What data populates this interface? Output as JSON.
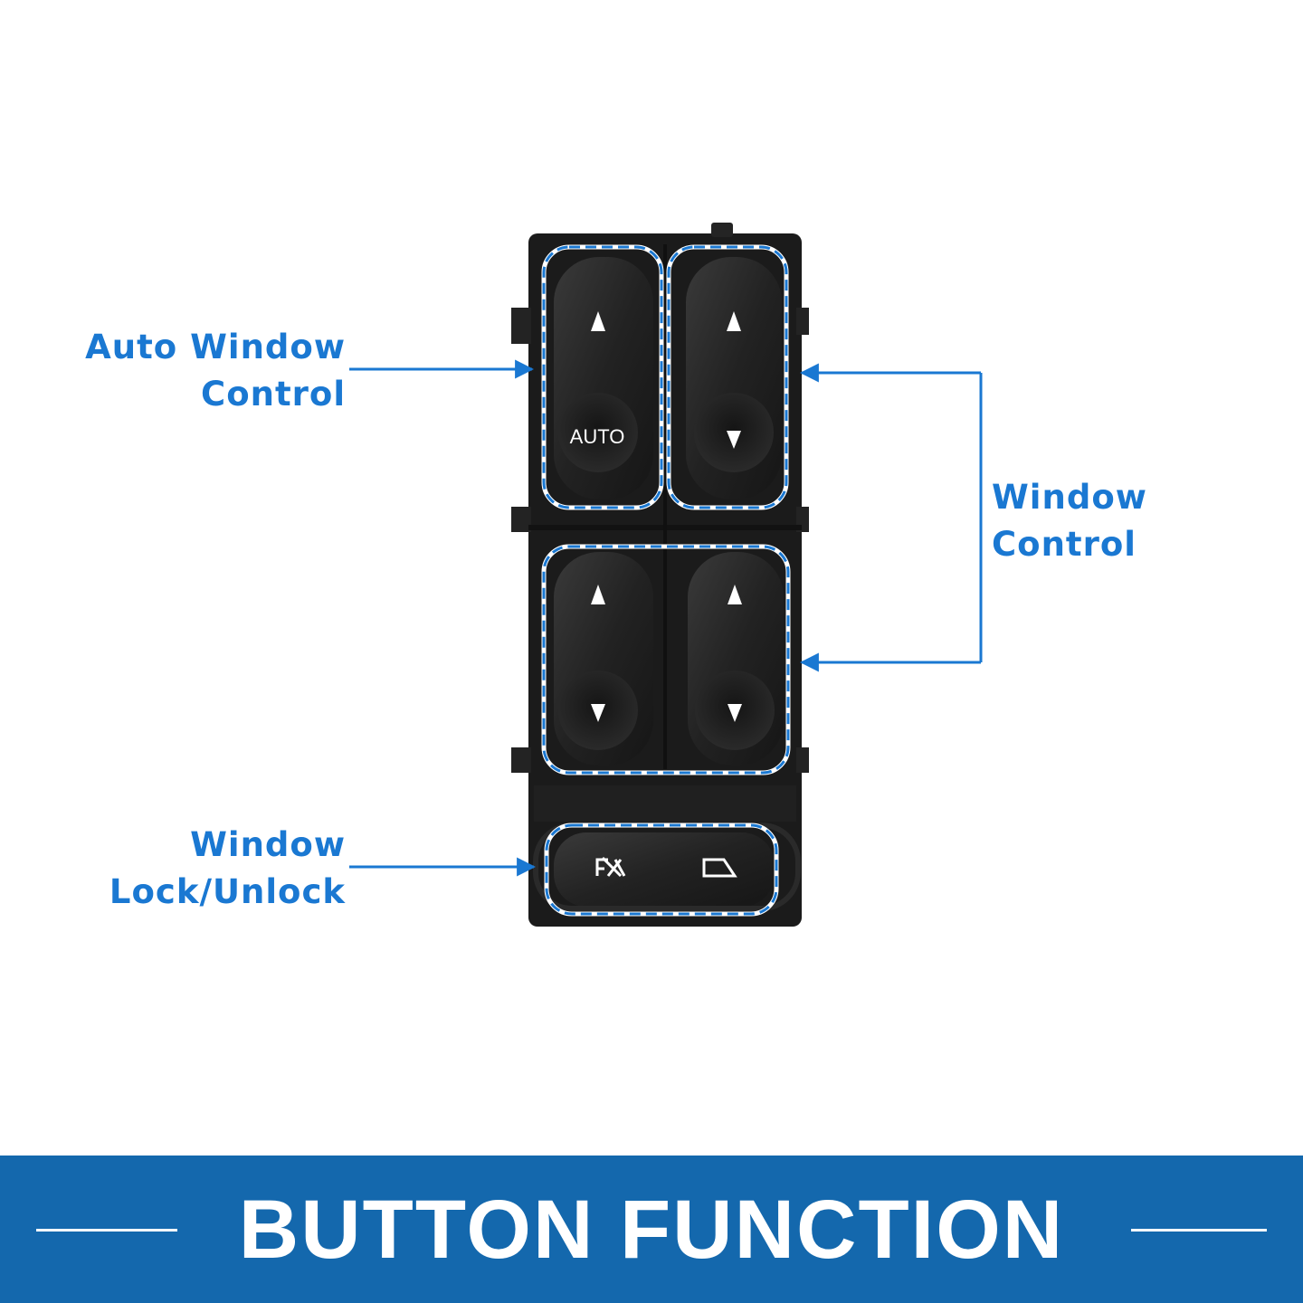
{
  "callouts": {
    "auto_window": {
      "line1": "Auto Window",
      "line2": "Control"
    },
    "window_control": {
      "line1": "Window",
      "line2": "Control"
    },
    "window_lock": {
      "line1": "Window",
      "line2": "Lock/Unlock"
    }
  },
  "switch": {
    "auto_button_text": "AUTO"
  },
  "banner": {
    "title": "BUTTON FUNCTION"
  },
  "colors": {
    "accent_blue": "#1a78d2",
    "banner_blue": "#1468ad",
    "switch_black": "#1c1c1c",
    "dash_white": "#ffffff"
  }
}
